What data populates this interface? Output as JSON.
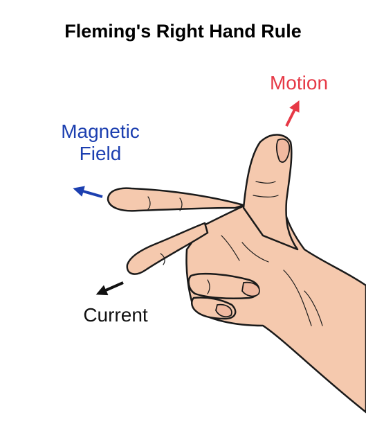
{
  "title": "Fleming's Right Hand Rule",
  "labels": {
    "motion": "Motion",
    "field_line1": "Magnetic",
    "field_line2": "Field",
    "current": "Current"
  },
  "colors": {
    "motion": "#e63946",
    "field": "#1c3fb0",
    "current": "#111111",
    "skin": "#f5c9ae",
    "outline": "#1a1a1a"
  }
}
